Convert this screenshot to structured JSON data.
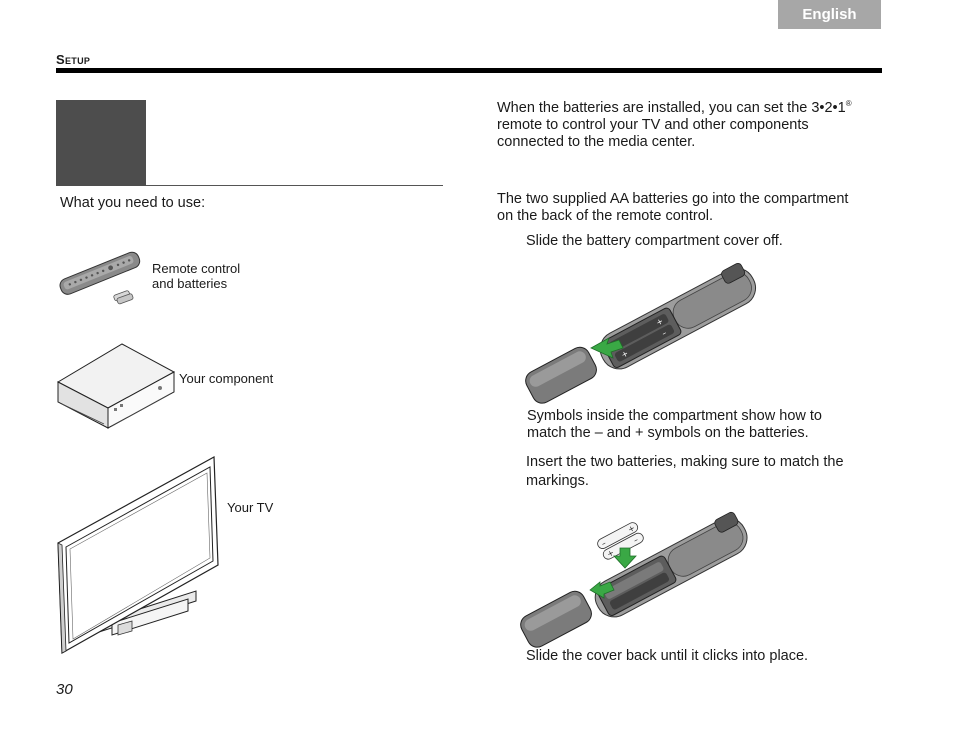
{
  "header": {
    "language_tab": "English",
    "section_title": "Setup"
  },
  "left": {
    "need_label": "What you need to use:",
    "items": [
      {
        "label_line1": "Remote control",
        "label_line2": "and batteries",
        "icon": "remote-with-batteries-icon"
      },
      {
        "label": "Your component",
        "icon": "component-box-icon"
      },
      {
        "label": "Your TV",
        "icon": "tv-icon"
      }
    ]
  },
  "right": {
    "intro_part1": "When the batteries are installed, you can set the 3•2•1",
    "intro_reg": "®",
    "intro_part2": "remote to control your TV and other components",
    "intro_part3": "connected to the media center.",
    "batteries_line1": "The two supplied AA batteries go into the compartment",
    "batteries_line2": "on the back of the remote control.",
    "step1": "Slide the battery compartment cover off.",
    "symbols_line1": "Symbols inside the compartment show how to",
    "symbols_line2": "match the – and + symbols on the batteries.",
    "step2_line1": "Insert the two batteries, making sure to match the",
    "step2_line2": "markings.",
    "step3": "Slide the cover back until it clicks into place."
  },
  "footer": {
    "page_number": "30"
  },
  "colors": {
    "tab_gray": "#a7a7a7",
    "block_gray": "#4d4d4d",
    "arrow_green": "#3aa845"
  }
}
